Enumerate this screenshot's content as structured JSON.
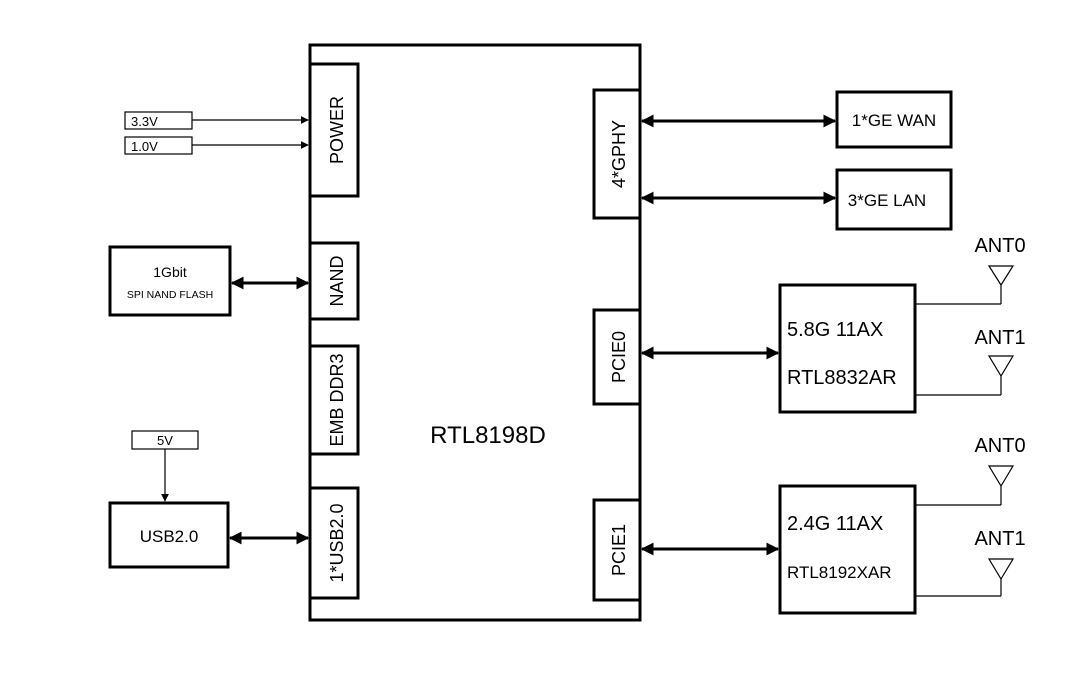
{
  "soc": {
    "label": "RTL8198D"
  },
  "ports": {
    "power": "POWER",
    "nand": "NAND",
    "emb_ddr3": "EMB DDR3",
    "usb": "1*USB2.0",
    "gphy": "4*GPHY",
    "pcie0": "PCIE0",
    "pcie1": "PCIE1"
  },
  "inputs": {
    "v33": "3.3V",
    "v10": "1.0V",
    "v5": "5V"
  },
  "nand_flash": {
    "line1": "1Gbit",
    "line2": "SPI NAND FLASH"
  },
  "usb_device": {
    "label": "USB2.0"
  },
  "ethernet": {
    "wan": "1*GE WAN",
    "lan": "3*GE LAN"
  },
  "wifi_5g": {
    "line1": "5.8G 11AX",
    "line2": "RTL8832AR",
    "ant0": "ANT0",
    "ant1": "ANT1"
  },
  "wifi_24g": {
    "line1": "2.4G 11AX",
    "line2": "RTL8192XAR",
    "ant0": "ANT0",
    "ant1": "ANT1"
  },
  "colors": {
    "stroke": "#000000",
    "background": "#ffffff"
  }
}
